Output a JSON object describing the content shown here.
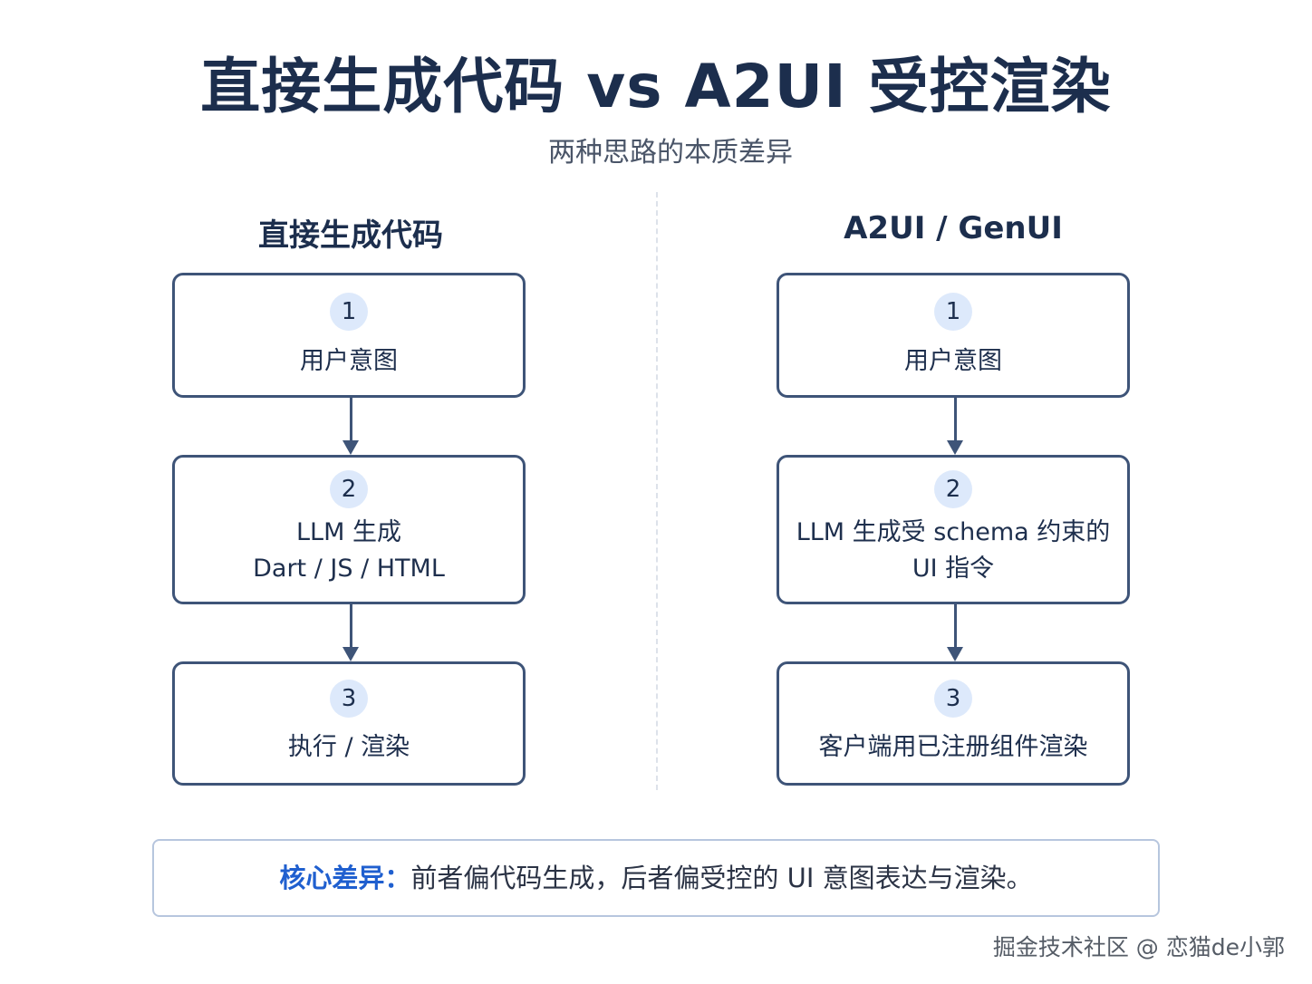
{
  "title": "直接生成代码 vs A2UI 受控渲染",
  "subtitle": "两种思路的本质差异",
  "left": {
    "heading": "直接生成代码",
    "steps": [
      {
        "num": "1",
        "lines": [
          "用户意图"
        ]
      },
      {
        "num": "2",
        "lines": [
          "LLM 生成",
          "Dart / JS / HTML"
        ]
      },
      {
        "num": "3",
        "lines": [
          "执行 / 渲染"
        ]
      }
    ]
  },
  "right": {
    "heading": "A2UI / GenUI",
    "steps": [
      {
        "num": "1",
        "lines": [
          "用户意图"
        ]
      },
      {
        "num": "2",
        "lines": [
          "LLM 生成受 schema 约束的",
          "UI 指令"
        ]
      },
      {
        "num": "3",
        "lines": [
          "客户端用已注册组件渲染"
        ]
      }
    ]
  },
  "summary": {
    "label": "核心差异：",
    "text": "前者偏代码生成，后者偏受控的 UI 意图表达与渲染。"
  },
  "watermark": "掘金技术社区 @ 恋猫de小郭",
  "colors": {
    "border": "#3e5478",
    "badge_bg": "#dde9fb",
    "accent": "#1f5fcf",
    "summary_border": "#b7c6de"
  }
}
